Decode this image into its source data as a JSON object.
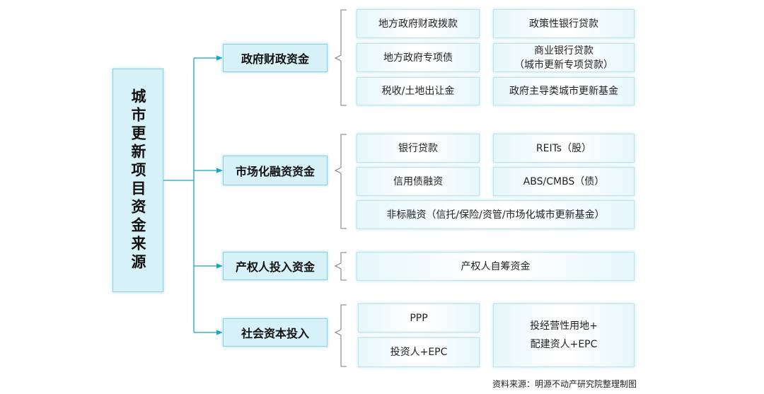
{
  "root": {
    "title": "城市更新项目资金来源"
  },
  "categories": [
    {
      "title": "政府财政资金",
      "items": [
        "地方政府财政拨款",
        "政策性银行贷款",
        "地方政府专项债",
        "商业银行贷款\n（城市更新专项贷款）",
        "税收/土地出让金",
        "政府主导类城市更新基金"
      ]
    },
    {
      "title": "市场化融资资金",
      "items": [
        "银行贷款",
        "REITs（股）",
        "信用债融资",
        "ABS/CMBS（债）",
        "非标融资（信托/保险/资管/市场化城市更新基金）"
      ]
    },
    {
      "title": "产权人投入资金",
      "items": [
        "产权人自筹资金"
      ]
    },
    {
      "title": "社会资本投入",
      "items": [
        "PPP",
        "投资人+EPC",
        "投经营性用地+\n配建资人+EPC"
      ]
    }
  ],
  "source_note": "资料来源：明源不动产研究院整理制图",
  "colors": {
    "line": "#19a4c8",
    "bracket": "#7a7a7a",
    "accent_fill": "#d7f1f8"
  }
}
